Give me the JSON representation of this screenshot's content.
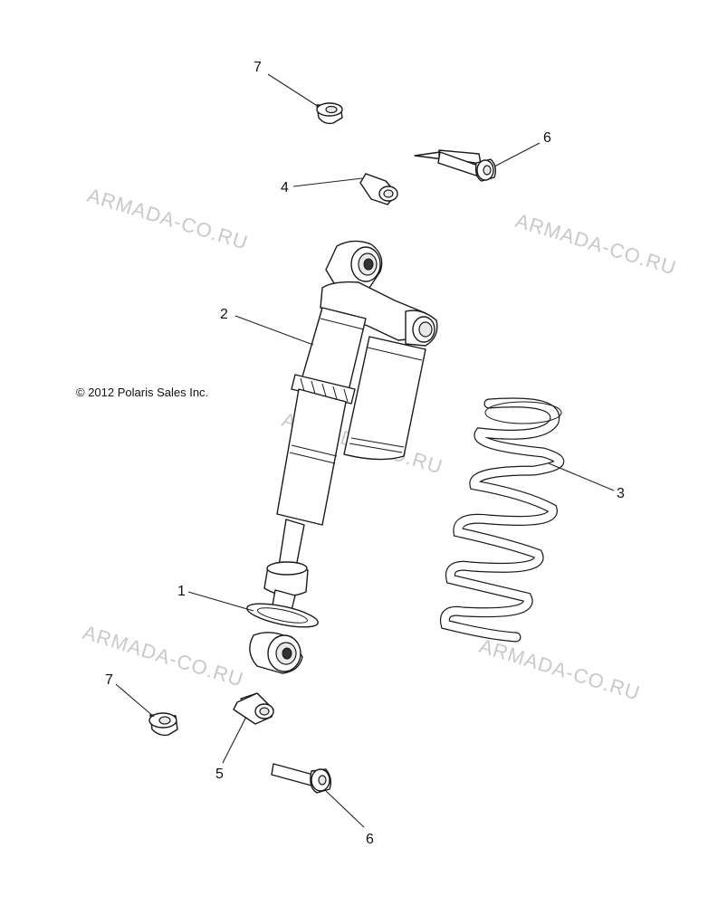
{
  "copyright": "© 2012 Polaris Sales Inc.",
  "watermark": "ARMADA-CO.RU",
  "callouts": [
    {
      "id": "top-7",
      "label": "7"
    },
    {
      "id": "top-6",
      "label": "6"
    },
    {
      "id": "top-4",
      "label": "4"
    },
    {
      "id": "shock-2",
      "label": "2"
    },
    {
      "id": "spring-3",
      "label": "3"
    },
    {
      "id": "seat-1",
      "label": "1"
    },
    {
      "id": "bottom-7",
      "label": "7"
    },
    {
      "id": "bottom-5",
      "label": "5"
    },
    {
      "id": "bottom-6",
      "label": "6"
    }
  ],
  "colors": {
    "line": "#1a1a1a",
    "watermark": "#c9c9c9",
    "background": "#ffffff"
  }
}
